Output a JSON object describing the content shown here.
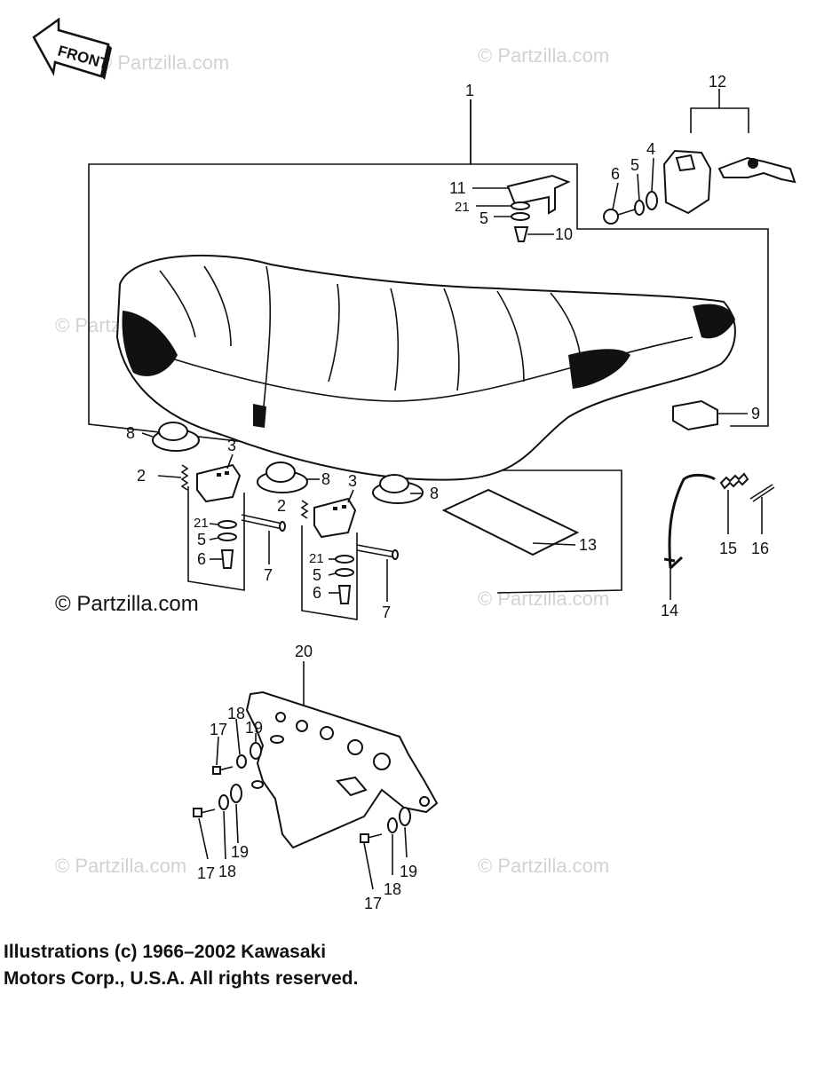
{
  "front_arrow_label": "FRONT",
  "watermarks": {
    "main": "© Partzilla.com",
    "faint": "© Partzilla.com"
  },
  "callouts": [
    {
      "id": "c1",
      "text": "1"
    },
    {
      "id": "c12",
      "text": "12"
    },
    {
      "id": "c11",
      "text": "11"
    },
    {
      "id": "c21a",
      "text": "21"
    },
    {
      "id": "c5a",
      "text": "5"
    },
    {
      "id": "c10",
      "text": "10"
    },
    {
      "id": "c6a",
      "text": "6"
    },
    {
      "id": "c5b",
      "text": "5"
    },
    {
      "id": "c4",
      "text": "4"
    },
    {
      "id": "c8a",
      "text": "8"
    },
    {
      "id": "c3a",
      "text": "3"
    },
    {
      "id": "c2a",
      "text": "2"
    },
    {
      "id": "c8b",
      "text": "8"
    },
    {
      "id": "c3b",
      "text": "3"
    },
    {
      "id": "c2b",
      "text": "2"
    },
    {
      "id": "c8c",
      "text": "8"
    },
    {
      "id": "c9",
      "text": "9"
    },
    {
      "id": "c21b",
      "text": "21"
    },
    {
      "id": "c5c",
      "text": "5"
    },
    {
      "id": "c6b",
      "text": "6"
    },
    {
      "id": "c7a",
      "text": "7"
    },
    {
      "id": "c21c",
      "text": "21"
    },
    {
      "id": "c5d",
      "text": "5"
    },
    {
      "id": "c6c",
      "text": "6"
    },
    {
      "id": "c7b",
      "text": "7"
    },
    {
      "id": "c13",
      "text": "13"
    },
    {
      "id": "c15",
      "text": "15"
    },
    {
      "id": "c16",
      "text": "16"
    },
    {
      "id": "c14",
      "text": "14"
    },
    {
      "id": "c20",
      "text": "20"
    },
    {
      "id": "c18a",
      "text": "18"
    },
    {
      "id": "c17a",
      "text": "17"
    },
    {
      "id": "c19a",
      "text": "19"
    },
    {
      "id": "c17b",
      "text": "17"
    },
    {
      "id": "c18b",
      "text": "18"
    },
    {
      "id": "c19b",
      "text": "19"
    },
    {
      "id": "c17c",
      "text": "17"
    },
    {
      "id": "c18c",
      "text": "18"
    },
    {
      "id": "c19c",
      "text": "19"
    }
  ],
  "footer": {
    "line1": "Illustrations (c) 1966–2002 Kawasaki",
    "line2": "Motors Corp., U.S.A.  All rights reserved."
  }
}
